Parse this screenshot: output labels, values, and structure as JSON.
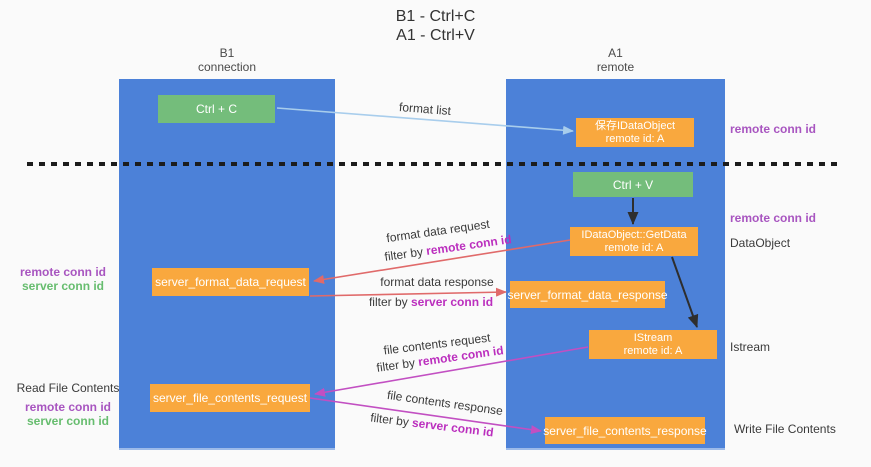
{
  "title": {
    "line1": "B1 - Ctrl+C",
    "line2": "A1 - Ctrl+V"
  },
  "lifelines": {
    "b1": {
      "name": "B1",
      "subtitle": "connection"
    },
    "a1": {
      "name": "A1",
      "subtitle": "remote"
    }
  },
  "boxes": {
    "ctrl_c": {
      "label": "Ctrl + C"
    },
    "ctrl_v": {
      "label": "Ctrl + V"
    },
    "save_dataobject": {
      "line1": "保存IDataObject",
      "line2": "remote id: A"
    },
    "getdata": {
      "line1": "IDataObject::GetData",
      "line2": "remote id: A"
    },
    "istream": {
      "line1": "IStream",
      "line2": "remote id: A"
    },
    "server_format_data_request": {
      "label": "server_format_data_request"
    },
    "server_format_data_response": {
      "label": "server_format_data_response"
    },
    "server_file_contents_request": {
      "label": "server_file_contents_request"
    },
    "server_file_contents_response": {
      "label": "server_file_contents_response"
    }
  },
  "left_annotations": {
    "group1": {
      "remote": "remote conn id",
      "server": "server conn id"
    },
    "group2": {
      "title": "Read File Contents",
      "remote": "remote conn id",
      "server": "server conn id"
    }
  },
  "right_annotations": {
    "remote_conn_id_top": "remote conn id",
    "remote_conn_id_mid": "remote conn id",
    "dataobject": "DataObject",
    "istream": "Istream",
    "write_file_contents": "Write File Contents"
  },
  "flow_labels": {
    "format_list": "format list",
    "format_data_request": "format data request",
    "format_data_request_filter": {
      "prefix": "filter by",
      "highlight": "remote conn id"
    },
    "format_data_response": "format data response",
    "format_data_response_filter": {
      "prefix": "filter by",
      "highlight": "server conn id"
    },
    "file_contents_request": "file contents request",
    "file_contents_request_filter": {
      "prefix": "filter by",
      "highlight": "remote conn id"
    },
    "file_contents_response": "file contents response",
    "file_contents_response_filter": {
      "prefix": "filter by",
      "highlight": "server conn id"
    }
  },
  "colors": {
    "lifeline_blue": "#4c81d8",
    "box_green": "#74bd7b",
    "box_orange": "#f9a83e",
    "purple_label": "#a855c0",
    "green_label": "#67bd6f",
    "magenta_highlight": "#bb2fbe",
    "red_arrow": "#e06a6a",
    "magenta_arrow": "#c24fc2",
    "blue_arrow": "#a8cdec",
    "black_arrow": "#2e2e2e"
  }
}
